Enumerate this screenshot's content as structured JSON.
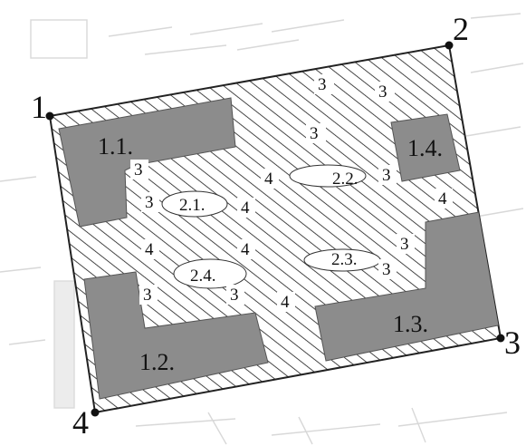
{
  "corners": [
    {
      "id": "c1",
      "label": "1."
    },
    {
      "id": "c2",
      "label": "2"
    },
    {
      "id": "c3",
      "label": "3"
    },
    {
      "id": "c4",
      "label": "4"
    }
  ],
  "zones": {
    "z11": "1.1.",
    "z12": "1.2.",
    "z13": "1.3.",
    "z14": "1.4.",
    "z21": "2.1.",
    "z22": "2.2.",
    "z23": "2.3.",
    "z24": "2.4."
  },
  "markers": {
    "m3": "3",
    "m4": "4"
  },
  "colors": {
    "hatch": "#1a1a1a",
    "zone_fill": "#8c8c8c",
    "outline": "#222222",
    "background_sketch": "#d8d8d8"
  }
}
